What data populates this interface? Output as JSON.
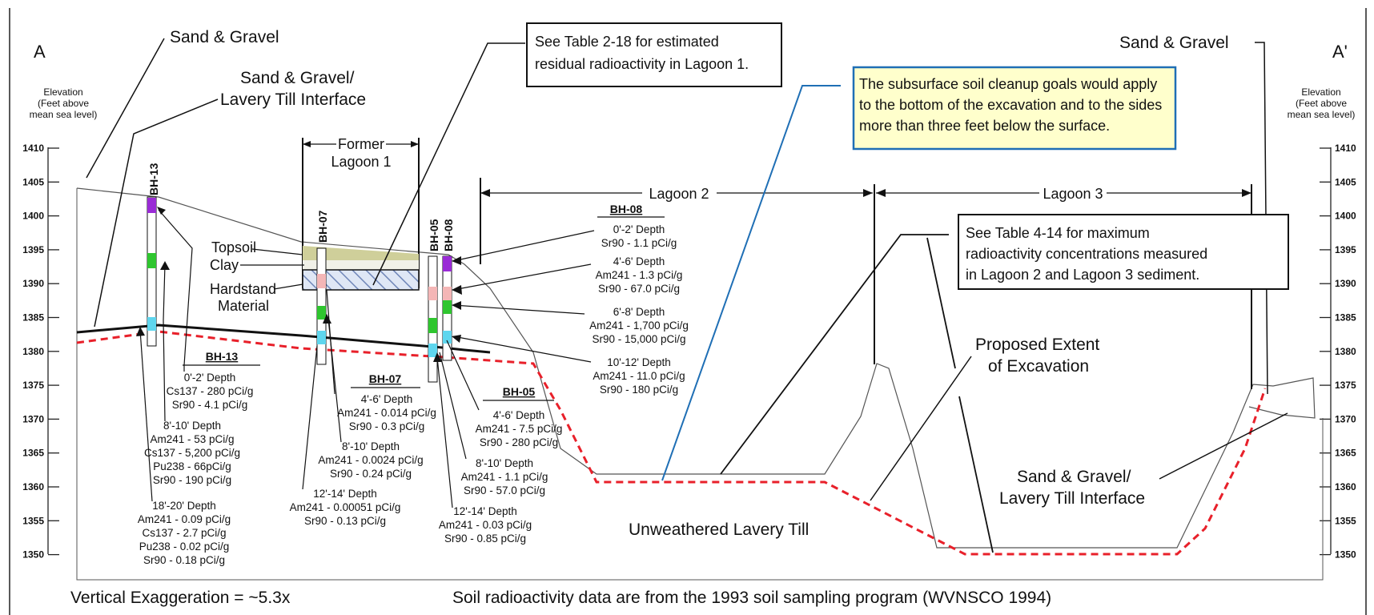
{
  "section_labels": {
    "left": "A",
    "right": "A'"
  },
  "elevation_label": {
    "left": [
      "Elevation",
      "(Feet above",
      "mean sea level)"
    ],
    "right": [
      "Elevation",
      "(Feet above",
      "mean sea level)"
    ]
  },
  "elevation_ticks": [
    "1410",
    "1405",
    "1400",
    "1395",
    "1390",
    "1385",
    "1380",
    "1375",
    "1370",
    "1365",
    "1360",
    "1355",
    "1350"
  ],
  "layer_labels": {
    "sand_gravel_left": "Sand & Gravel",
    "sand_gravel_interface_left": [
      "Sand & Gravel/",
      "Lavery Till Interface"
    ],
    "sand_gravel_right": "Sand & Gravel",
    "sand_gravel_interface_right": [
      "Sand & Gravel/",
      "Lavery Till Interface"
    ],
    "unweathered_till": "Unweathered Lavery Till",
    "proposed_excavation": [
      "Proposed Extent",
      "of Excavation"
    ],
    "topsoil": "Topsoil",
    "clay": "Clay",
    "hardstand": [
      "Hardstand",
      "Material"
    ]
  },
  "lagoons": {
    "lagoon1": [
      "Former",
      "Lagoon 1"
    ],
    "lagoon2": "Lagoon 2",
    "lagoon3": "Lagoon 3"
  },
  "callouts": {
    "table_2_18": [
      "See Table 2-18 for estimated",
      "residual radioactivity in Lagoon 1."
    ],
    "cleanup_goals": [
      "The subsurface soil cleanup goals would apply",
      "to the bottom of the excavation and to the sides",
      "more than three feet below the surface."
    ],
    "table_4_14": [
      "See Table 4-14 for maximum",
      "radioactivity concentrations measured",
      "in Lagoon 2 and Lagoon 3 sediment."
    ]
  },
  "boreholes": {
    "bh13": {
      "label": "BH-13",
      "samples": [
        [
          "0'-2' Depth",
          "Cs137 - 280 pCi/g",
          "Sr90 - 4.1 pCi/g"
        ],
        [
          "8'-10' Depth",
          "Am241 - 53 pCi/g",
          "Cs137 - 5,200 pCi/g",
          "Pu238 - 66pCi/g",
          "Sr90 - 190 pCi/g"
        ],
        [
          "18'-20' Depth",
          "Am241 - 0.09 pCi/g",
          "Cs137 - 2.7 pCi/g",
          "Pu238 - 0.02 pCi/g",
          "Sr90 - 0.18 pCi/g"
        ]
      ]
    },
    "bh07": {
      "label": "BH-07",
      "samples": [
        [
          "4'-6' Depth",
          "Am241 - 0.014 pCi/g",
          "Sr90 - 0.3 pCi/g"
        ],
        [
          "8'-10' Depth",
          "Am241 - 0.0024 pCi/g",
          "Sr90 - 0.24 pCi/g"
        ],
        [
          "12'-14' Depth",
          "Am241 - 0.00051 pCi/g",
          "Sr90 - 0.13 pCi/g"
        ]
      ]
    },
    "bh05": {
      "label": "BH-05",
      "samples": [
        [
          "4'-6' Depth",
          "Am241 - 7.5 pCi/g",
          "Sr90 - 280 pCi/g"
        ],
        [
          "8'-10' Depth",
          "Am241 - 1.1 pCi/g",
          "Sr90 - 57.0 pCi/g"
        ],
        [
          "12'-14' Depth",
          "Am241 - 0.03 pCi/g",
          "Sr90 - 0.85 pCi/g"
        ]
      ]
    },
    "bh08": {
      "label": "BH-08",
      "samples": [
        [
          "0'-2' Depth",
          "Sr90 - 1.1 pCi/g"
        ],
        [
          "4'-6' Depth",
          "Am241 - 1.3 pCi/g",
          "Sr90 - 67.0 pCi/g"
        ],
        [
          "6'-8' Depth",
          "Am241 - 1,700 pCi/g",
          "Sr90 - 15,000 pCi/g"
        ],
        [
          "10'-12' Depth",
          "Am241 - 11.0 pCi/g",
          "Sr90 - 180 pCi/g"
        ]
      ]
    }
  },
  "footer": {
    "exaggeration": "Vertical Exaggeration = ~5.3x",
    "source": "Soil radioactivity data are from the 1993 soil sampling program (WVNSCO 1994)"
  },
  "colors": {
    "excavation_line": "#e8202a",
    "callout_fill": "#ffffcc",
    "callout_border": "#1f6fb5",
    "topsoil": "#cfcf9a",
    "sample_purple": "#9a2bd6",
    "sample_green": "#2fc62f",
    "sample_pink": "#f4b6b6",
    "sample_cyan": "#5fd6ee"
  }
}
